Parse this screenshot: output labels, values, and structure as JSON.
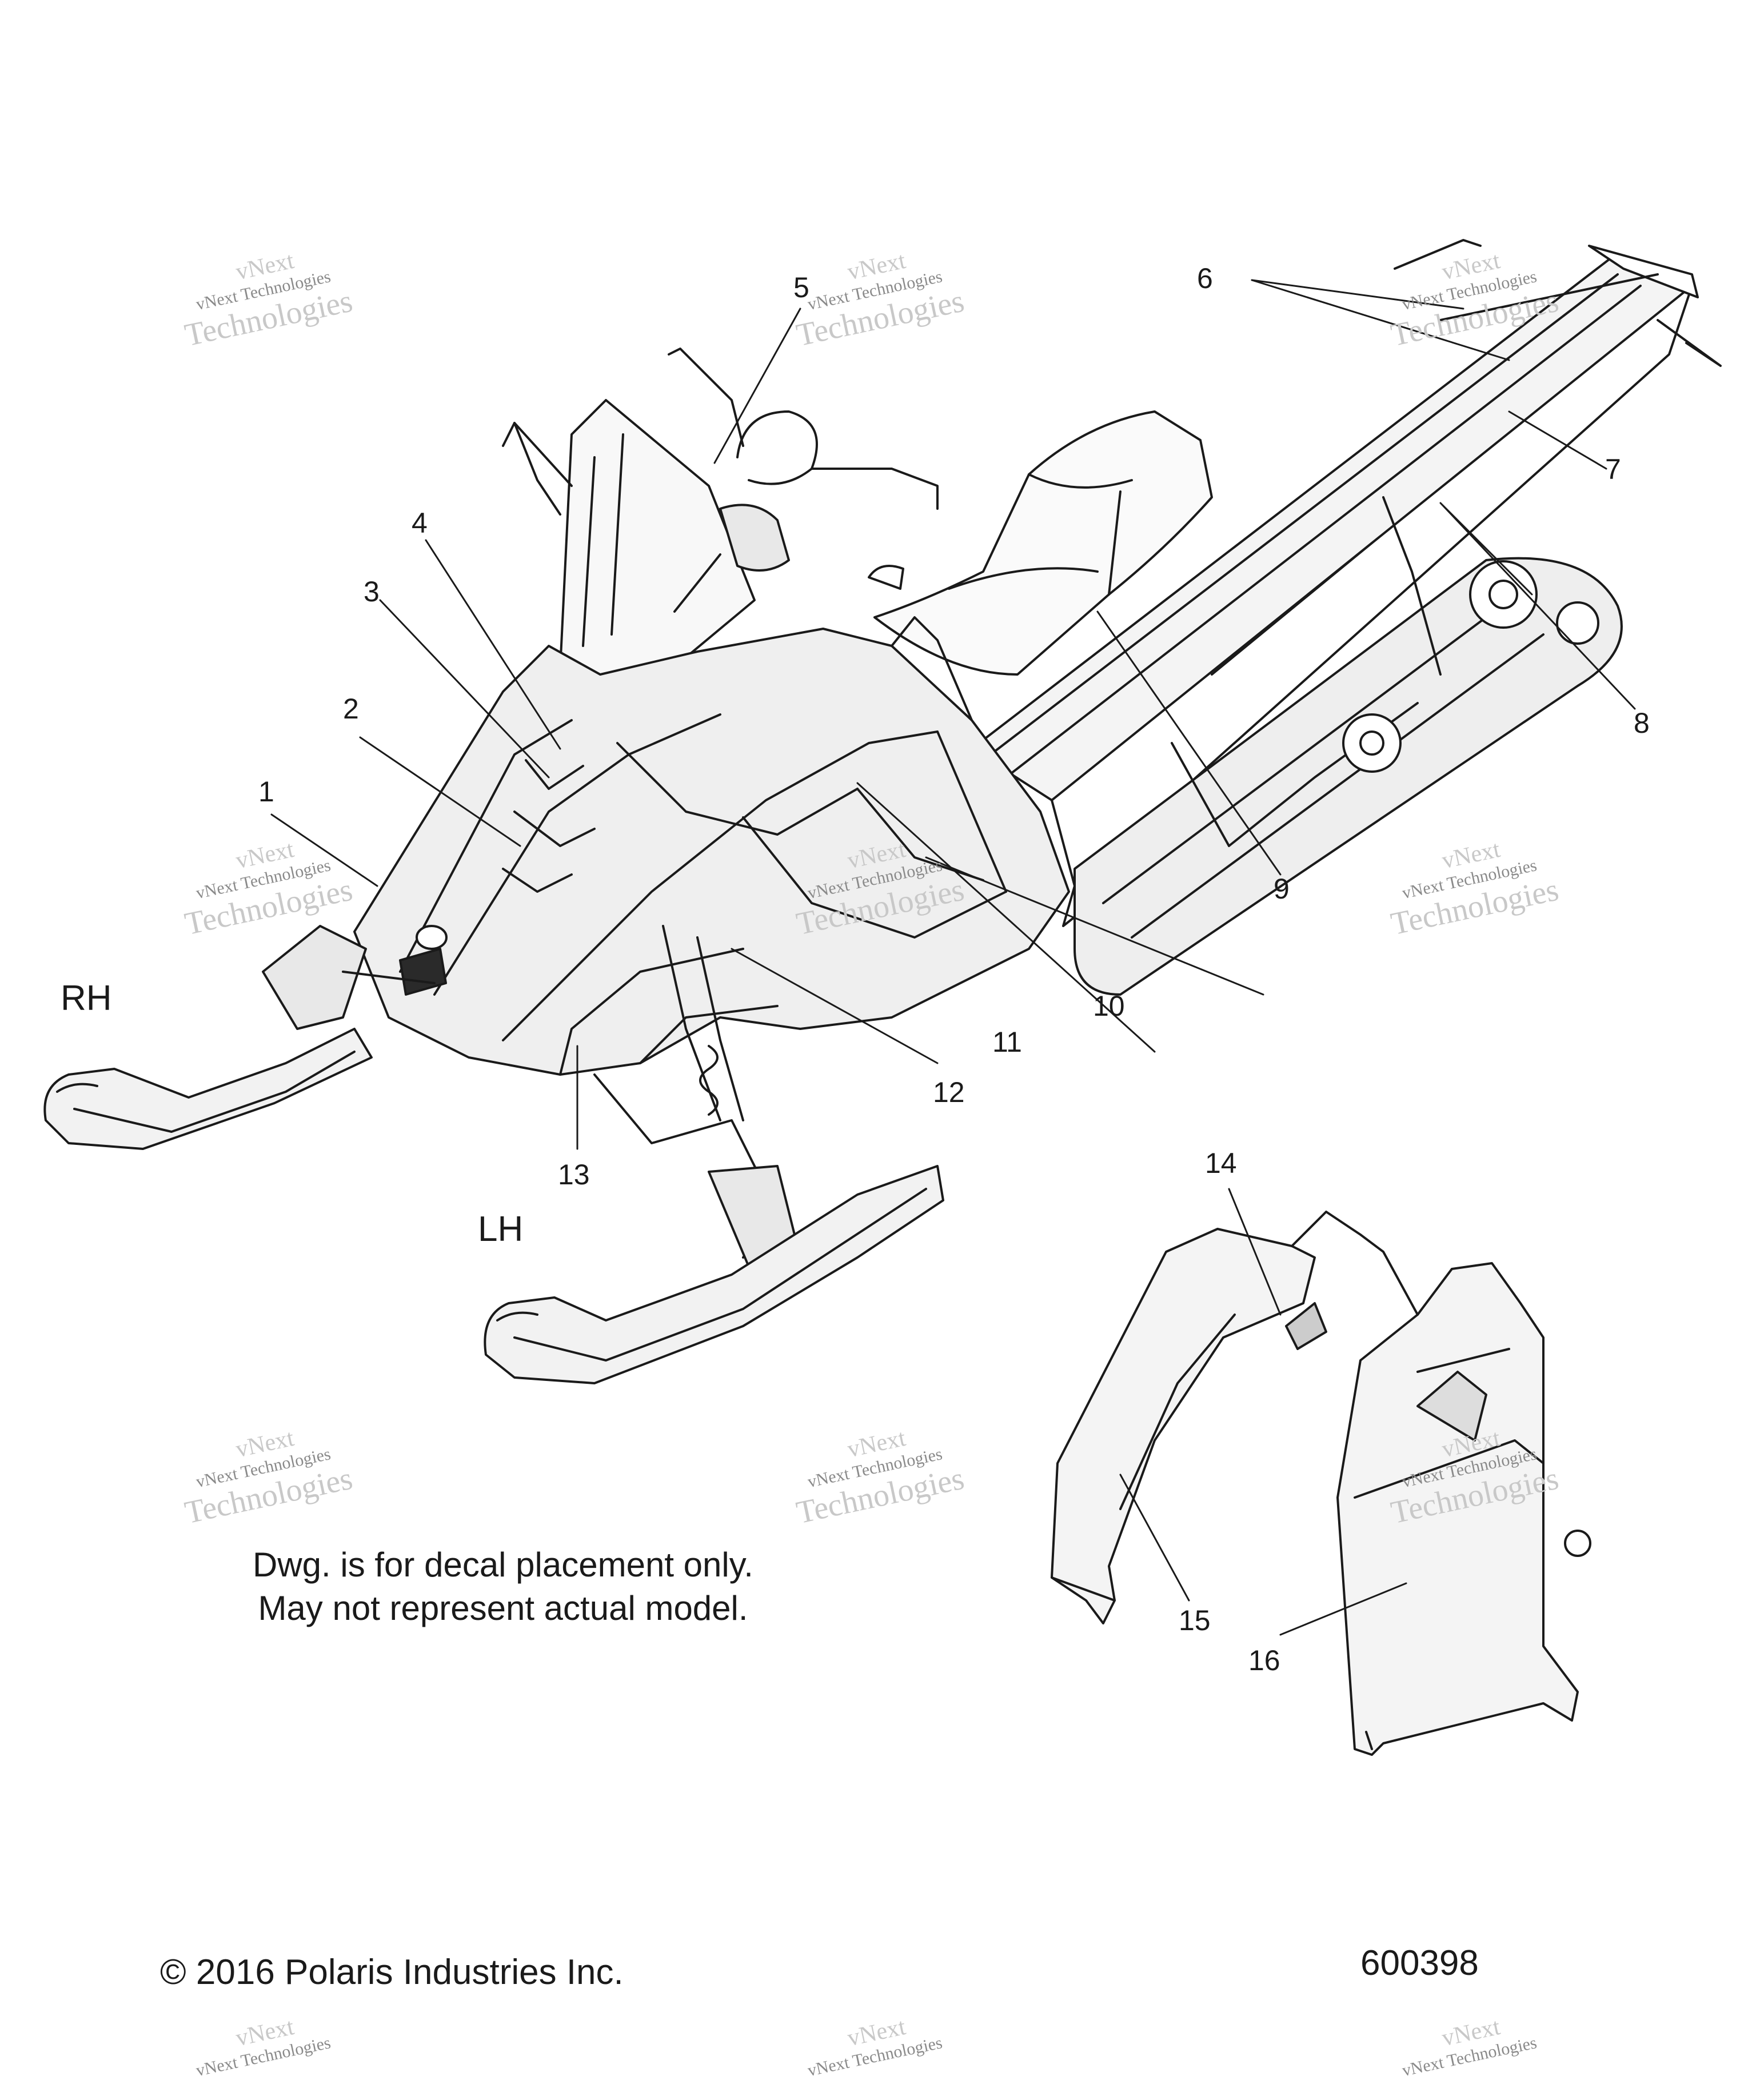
{
  "callouts": [
    "1",
    "2",
    "3",
    "4",
    "5",
    "6",
    "7",
    "8",
    "9",
    "10",
    "11",
    "12",
    "13",
    "14",
    "15",
    "16"
  ],
  "sides": {
    "rh": "RH",
    "lh": "LH"
  },
  "note": {
    "line1": "Dwg. is for decal placement only.",
    "line2": "May not represent actual model."
  },
  "footer": {
    "copyright": "© 2016 Polaris Industries Inc.",
    "drawing_number": "600398"
  },
  "watermark": {
    "line1": "vNext",
    "line2": "vNext Technologies",
    "line3": "Technologies"
  }
}
